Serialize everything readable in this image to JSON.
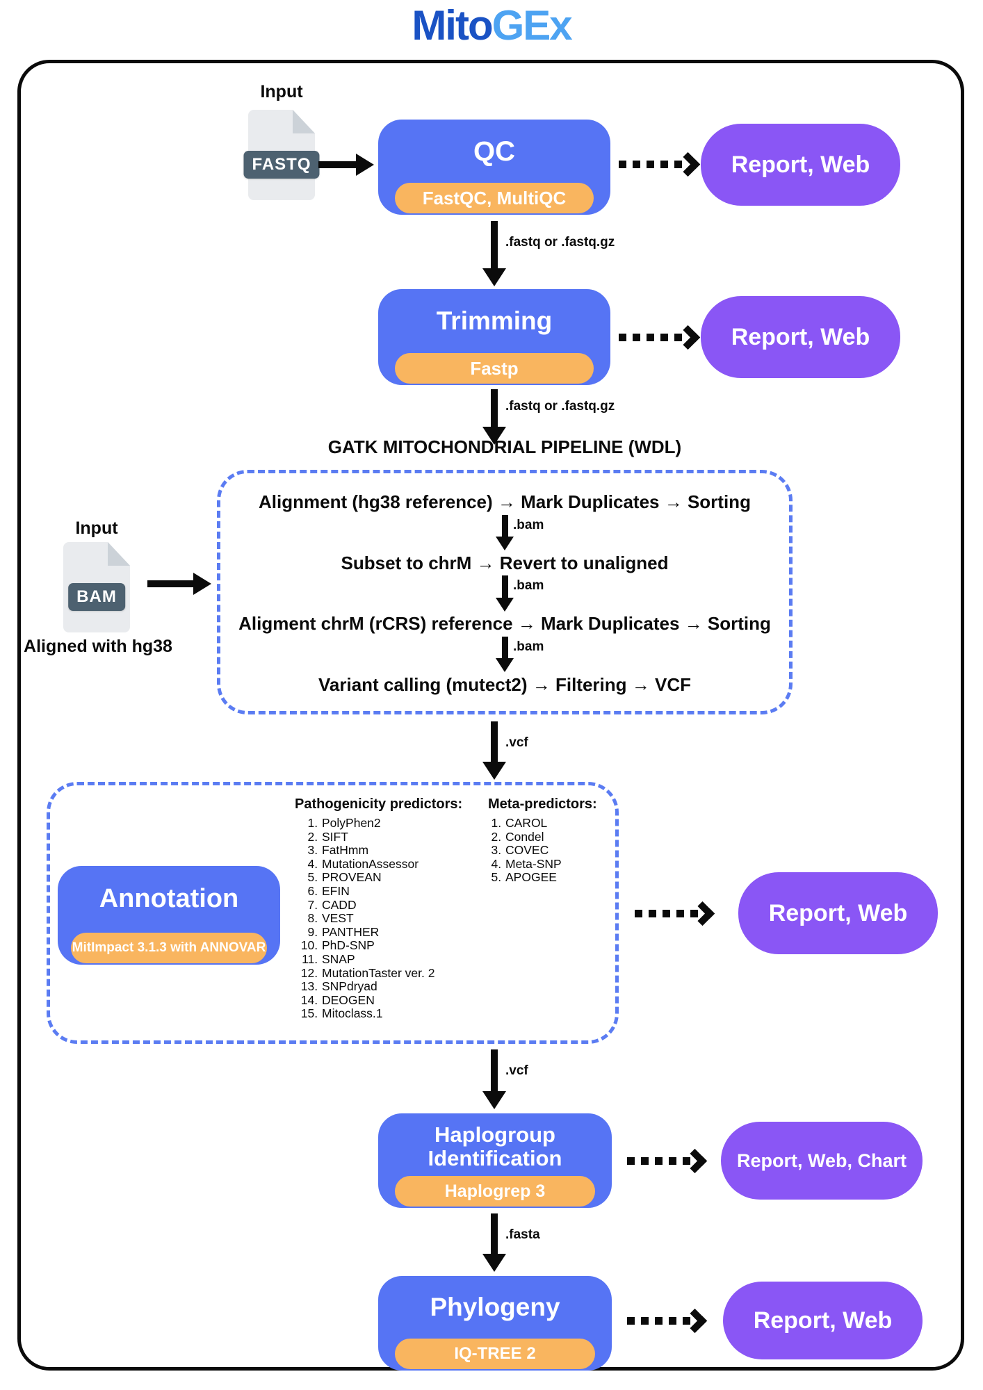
{
  "title": {
    "part1": "Mito",
    "part2": "GEx"
  },
  "colors": {
    "blue": "#5674f4",
    "orange": "#f9b55f",
    "purple": "#8a56f5",
    "dashed": "#5b7cf2",
    "title_dark": "#1a52c4",
    "title_light": "#4da3f2",
    "badge": "#4d6170",
    "file_body": "#e9ebee",
    "file_fold": "#ccd2d8",
    "ink": "#0b0b0b"
  },
  "inputs": {
    "fastq": {
      "label": "Input",
      "file_type": "FASTQ"
    },
    "bam": {
      "label": "Input",
      "file_type": "BAM",
      "caption": "Aligned with hg38"
    }
  },
  "flows": {
    "qc_out": ".fastq or .fastq.gz",
    "trimming_out": ".fastq or .fastq.gz",
    "gatk_internal": ".bam",
    "gatk_out": ".vcf",
    "annotation_out": ".vcf",
    "haplogroup_out": ".fasta"
  },
  "stages": {
    "qc": {
      "title": "QC",
      "tool": "FastQC, MultiQC",
      "output": "Report, Web"
    },
    "trimming": {
      "title": "Trimming",
      "tool": "Fastp",
      "output": "Report, Web"
    },
    "gatk": {
      "title": "GATK MITOCHONDRIAL PIPELINE (WDL)",
      "steps": [
        "Alignment (hg38 reference) → Mark Duplicates → Sorting",
        "Subset to chrM → Revert to unaligned",
        "Aligment chrM (rCRS) reference → Mark Duplicates → Sorting",
        "Variant calling (mutect2) → Filtering → VCF"
      ]
    },
    "annotation": {
      "title": "Annotation",
      "tool": "MitImpact 3.1.3 with ANNOVAR",
      "output": "Report, Web",
      "pathogenicity_header": "Pathogenicity predictors:",
      "pathogenicity_items": [
        "PolyPhen2",
        "SIFT",
        "FatHmm",
        "MutationAssessor",
        "PROVEAN",
        "EFIN",
        "CADD",
        "VEST",
        "PANTHER",
        "PhD-SNP",
        "SNAP",
        "MutationTaster ver. 2",
        "SNPdryad",
        "DEOGEN",
        "Mitoclass.1"
      ],
      "meta_header": "Meta-predictors:",
      "meta_items": [
        "CAROL",
        "Condel",
        "COVEC",
        "Meta-SNP",
        "APOGEE"
      ]
    },
    "haplogroup": {
      "title": "Haplogroup Identification",
      "tool": "Haplogrep 3",
      "output": "Report, Web, Chart"
    },
    "phylogeny": {
      "title": "Phylogeny",
      "tool": "IQ-TREE 2",
      "output": "Report, Web"
    }
  }
}
